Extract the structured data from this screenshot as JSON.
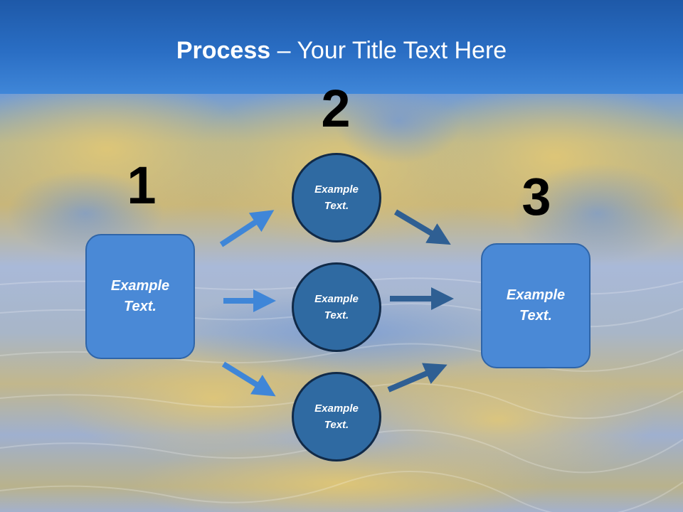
{
  "title": {
    "bold": "Process",
    "rest": " – Your Title Text Here"
  },
  "steps": [
    {
      "number": "1",
      "text": "Example\nText."
    },
    {
      "number": "2",
      "circles": [
        "Example\nText.",
        "Example\nText.",
        "Example\nText."
      ]
    },
    {
      "number": "3",
      "text": "Example\nText."
    }
  ],
  "colors": {
    "title_bar": "#2a6ec4",
    "box_fill": "#4a89d6",
    "circle_fill": "#2f6aa2",
    "arrow_light": "#3f86d8",
    "arrow_dark": "#2f5f93"
  }
}
